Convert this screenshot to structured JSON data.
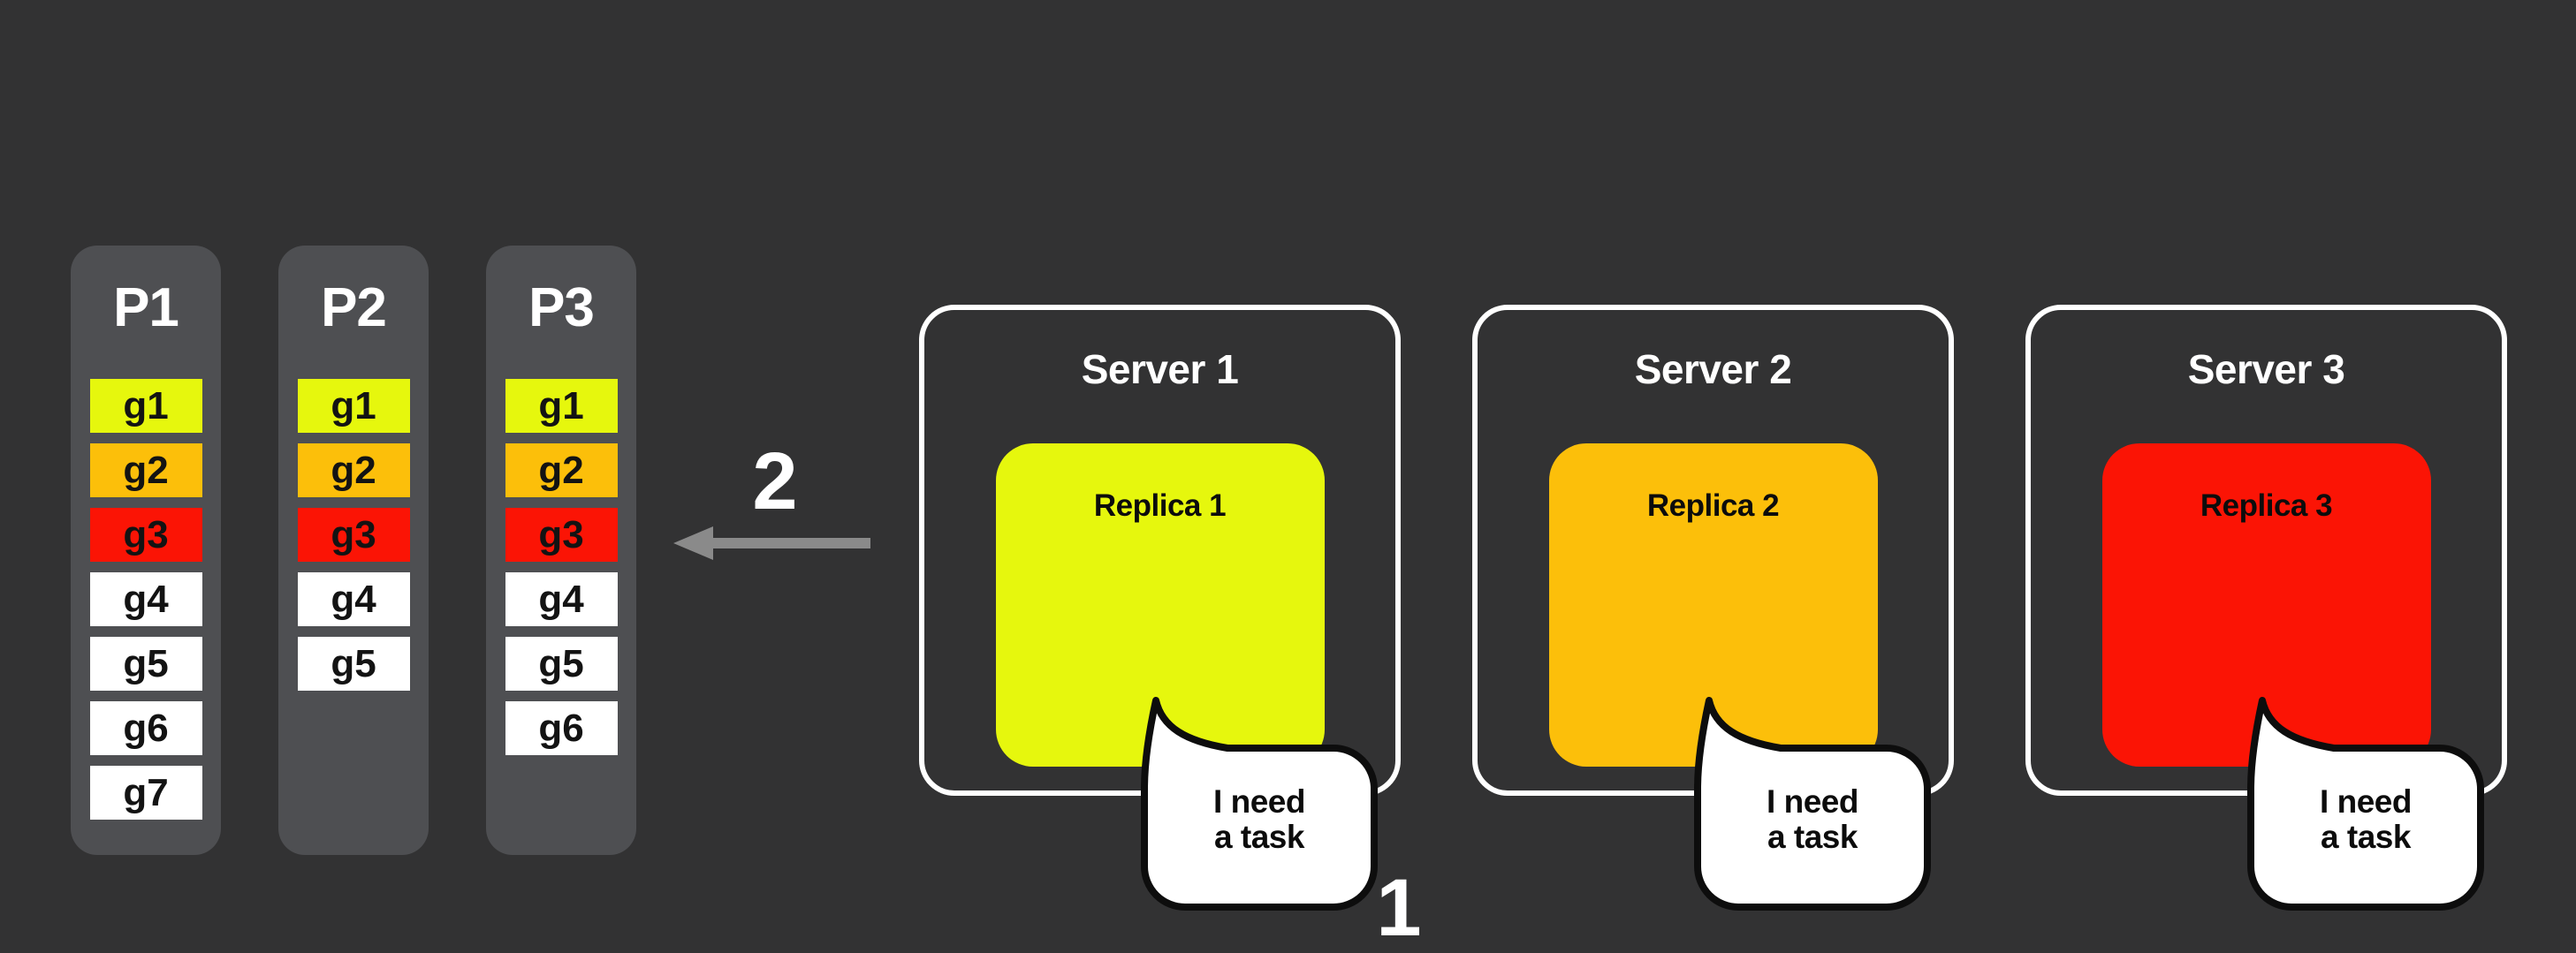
{
  "colors": {
    "background": "#323233",
    "panel": "#4e4f52",
    "chartreuse": "#e6f70d",
    "amber": "#fcbf0a",
    "red": "#fb1405",
    "arrow": "#8a8a8a",
    "bubble_fill": "#ffffff",
    "bubble_border": "#0d0d0d"
  },
  "partitions": [
    {
      "title": "P1",
      "tasks": [
        {
          "label": "g1",
          "color": "#e6f70d"
        },
        {
          "label": "g2",
          "color": "#fcbf0a"
        },
        {
          "label": "g3",
          "color": "#fb1405"
        },
        {
          "label": "g4",
          "color": "#ffffff"
        },
        {
          "label": "g5",
          "color": "#ffffff"
        },
        {
          "label": "g6",
          "color": "#ffffff"
        },
        {
          "label": "g7",
          "color": "#ffffff"
        }
      ]
    },
    {
      "title": "P2",
      "tasks": [
        {
          "label": "g1",
          "color": "#e6f70d"
        },
        {
          "label": "g2",
          "color": "#fcbf0a"
        },
        {
          "label": "g3",
          "color": "#fb1405"
        },
        {
          "label": "g4",
          "color": "#ffffff"
        },
        {
          "label": "g5",
          "color": "#ffffff"
        }
      ]
    },
    {
      "title": "P3",
      "tasks": [
        {
          "label": "g1",
          "color": "#e6f70d"
        },
        {
          "label": "g2",
          "color": "#fcbf0a"
        },
        {
          "label": "g3",
          "color": "#fb1405"
        },
        {
          "label": "g4",
          "color": "#ffffff"
        },
        {
          "label": "g5",
          "color": "#ffffff"
        },
        {
          "label": "g6",
          "color": "#ffffff"
        }
      ]
    }
  ],
  "servers": [
    {
      "title": "Server 1",
      "replica": {
        "label": "Replica 1",
        "color": "#e6f70d"
      },
      "speech": {
        "line1": "I need",
        "line2": "a task"
      }
    },
    {
      "title": "Server 2",
      "replica": {
        "label": "Replica 2",
        "color": "#fcbf0a"
      },
      "speech": {
        "line1": "I need",
        "line2": "a task"
      }
    },
    {
      "title": "Server 3",
      "replica": {
        "label": "Replica 3",
        "color": "#fb1405"
      },
      "speech": {
        "line1": "I need",
        "line2": "a task"
      }
    }
  ],
  "annotations": {
    "request_step_label": "1",
    "assign_step_label": "2"
  }
}
